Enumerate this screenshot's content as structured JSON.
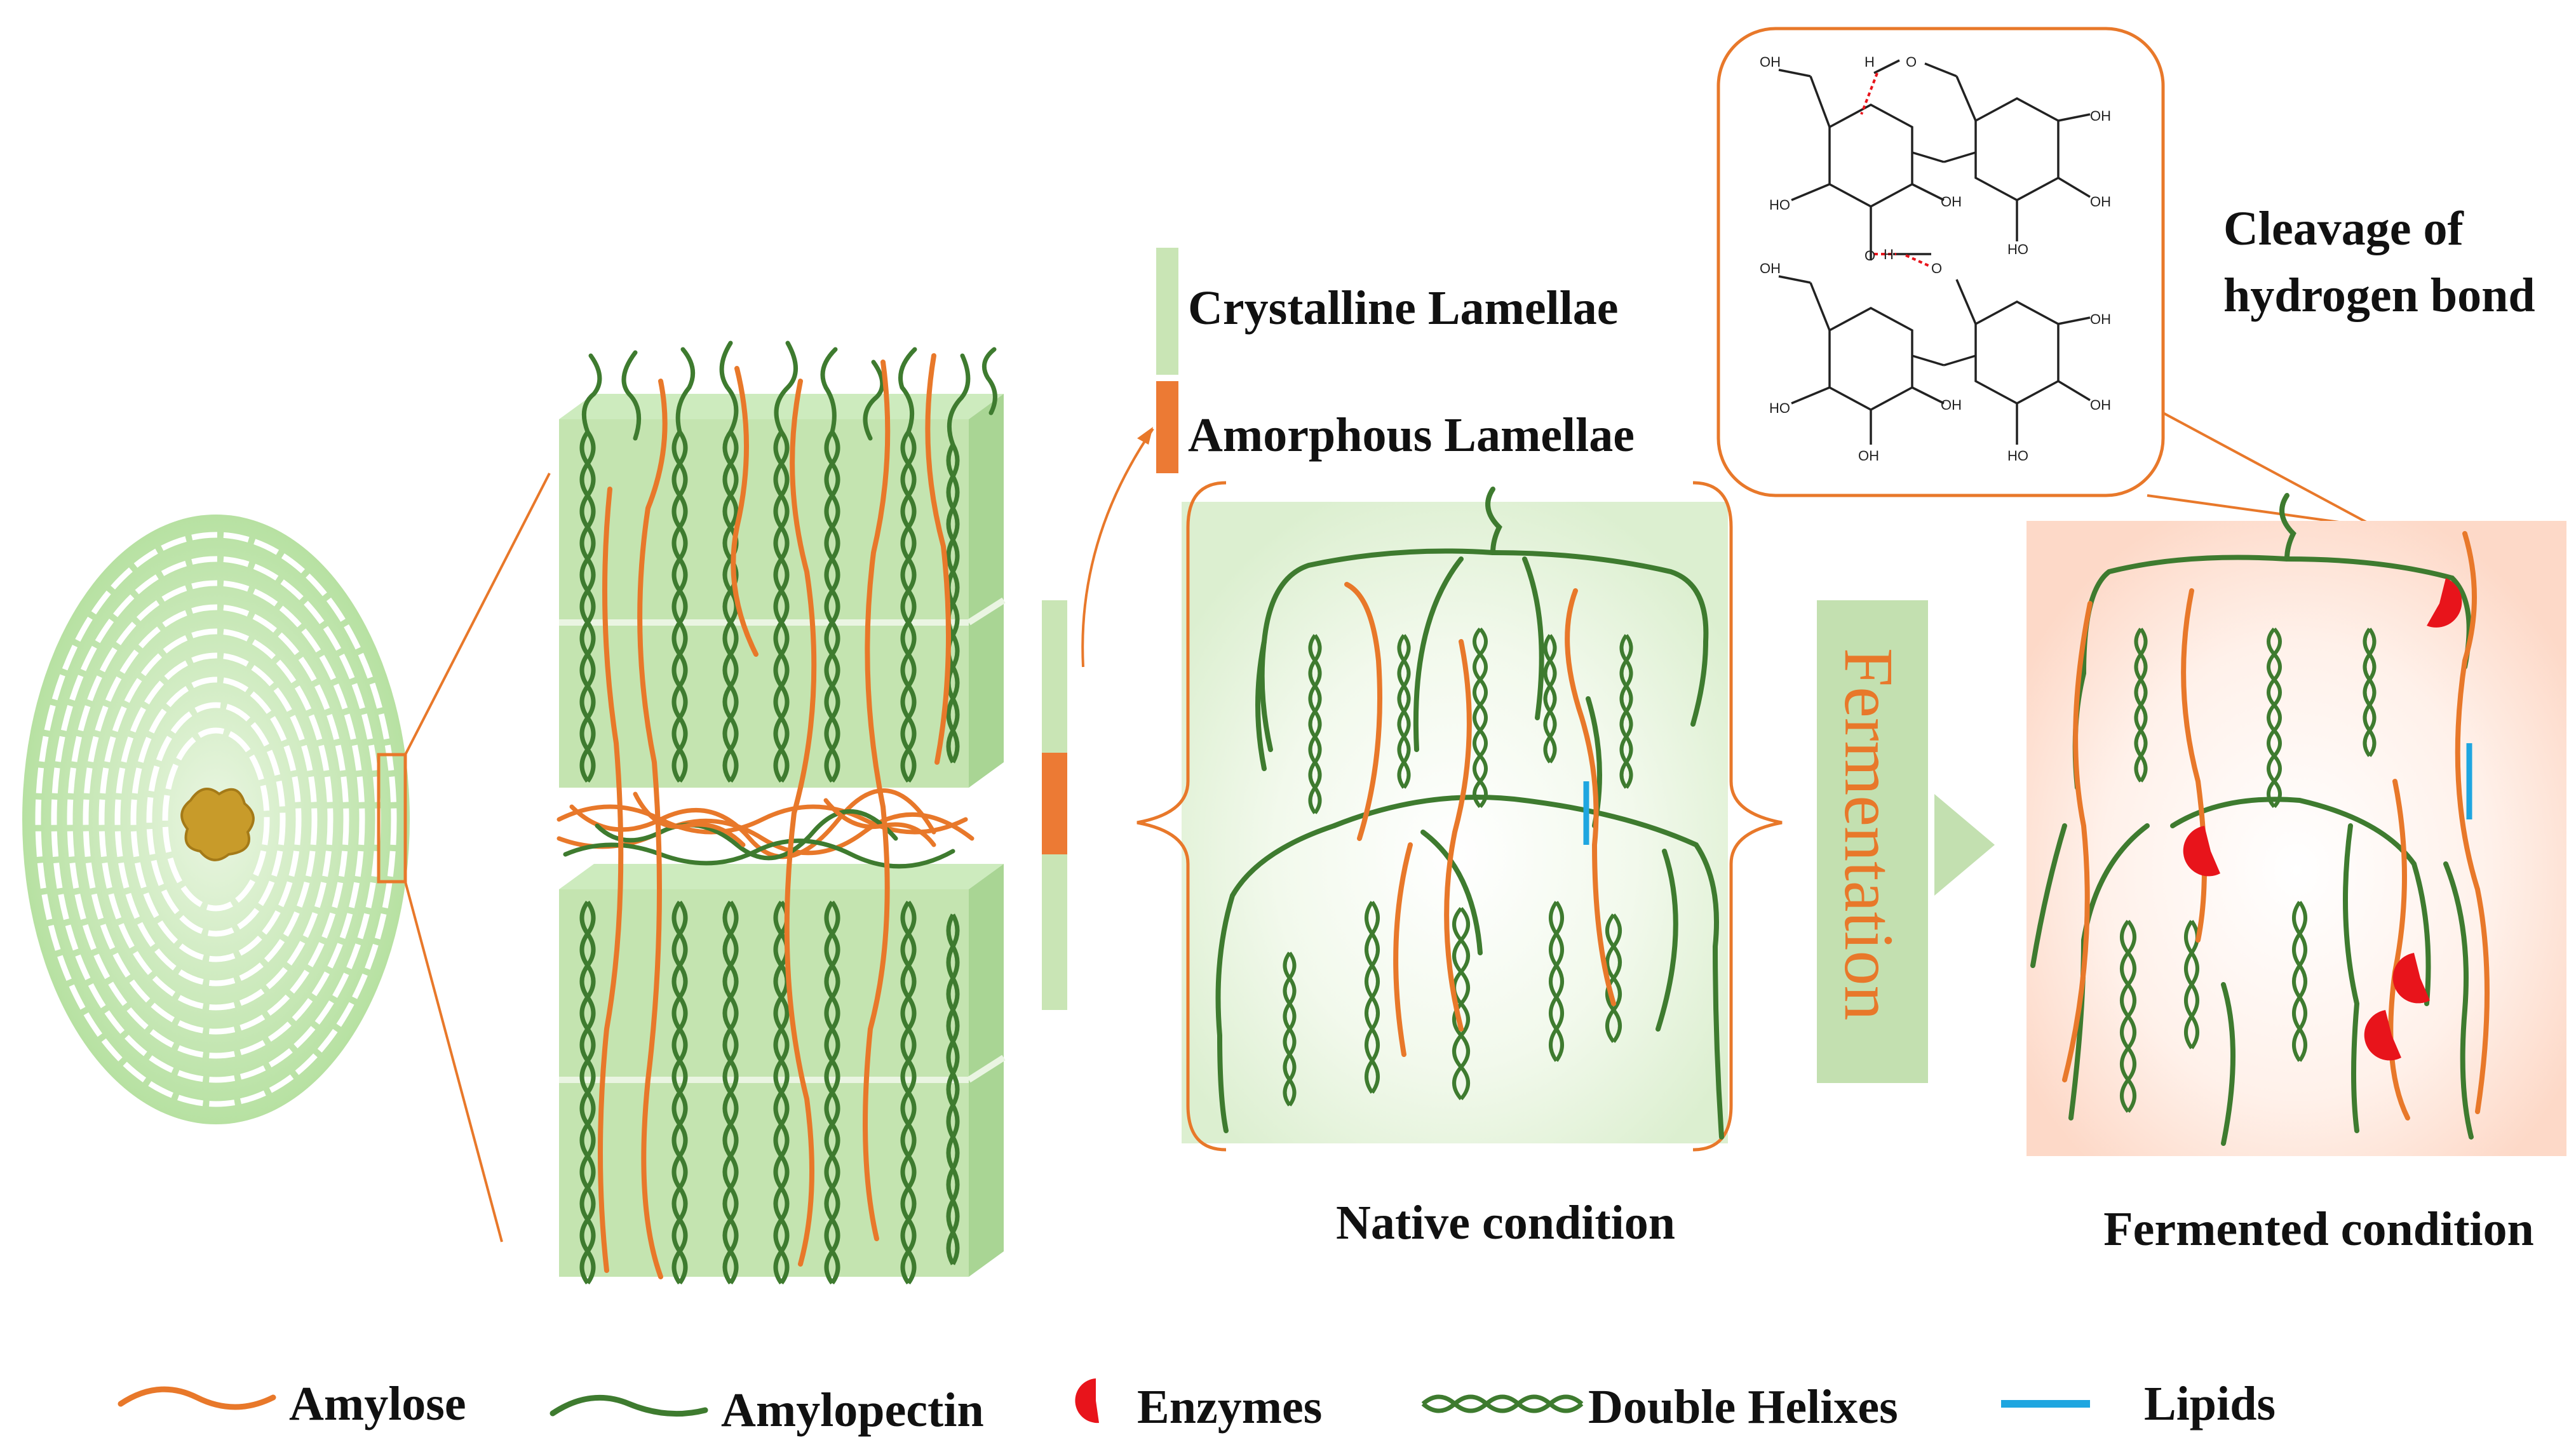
{
  "lamellae": {
    "crystalline": "Crystalline  Lamellae",
    "amorphous": "Amorphous Lamellae"
  },
  "chem": {
    "title_line1": "Cleavage of",
    "title_line2": "hydrogen bond",
    "oh": "OH",
    "ho": "HO",
    "h": "H",
    "o": "O"
  },
  "process": {
    "arrow_label": "Fermentation"
  },
  "conditions": {
    "native": "Native condition",
    "fermented": "Fermented condition"
  },
  "legend": {
    "amylose": "Amylose",
    "amylopectin": "Amylopectin",
    "enzymes": "Enzymes",
    "double_helixes": "Double Helixes",
    "lipids": "Lipids"
  },
  "colors": {
    "amylose": "#E8782A",
    "amylopectin": "#3E7B2F",
    "enzyme": "#E8141B",
    "lipid": "#1FA6E0",
    "crystalline": "#C9E5B5",
    "amorphous": "#EC7A34",
    "granule": "#B9E3A5",
    "hilum": "#C89B2A",
    "arrow": "#C3E0B0"
  }
}
